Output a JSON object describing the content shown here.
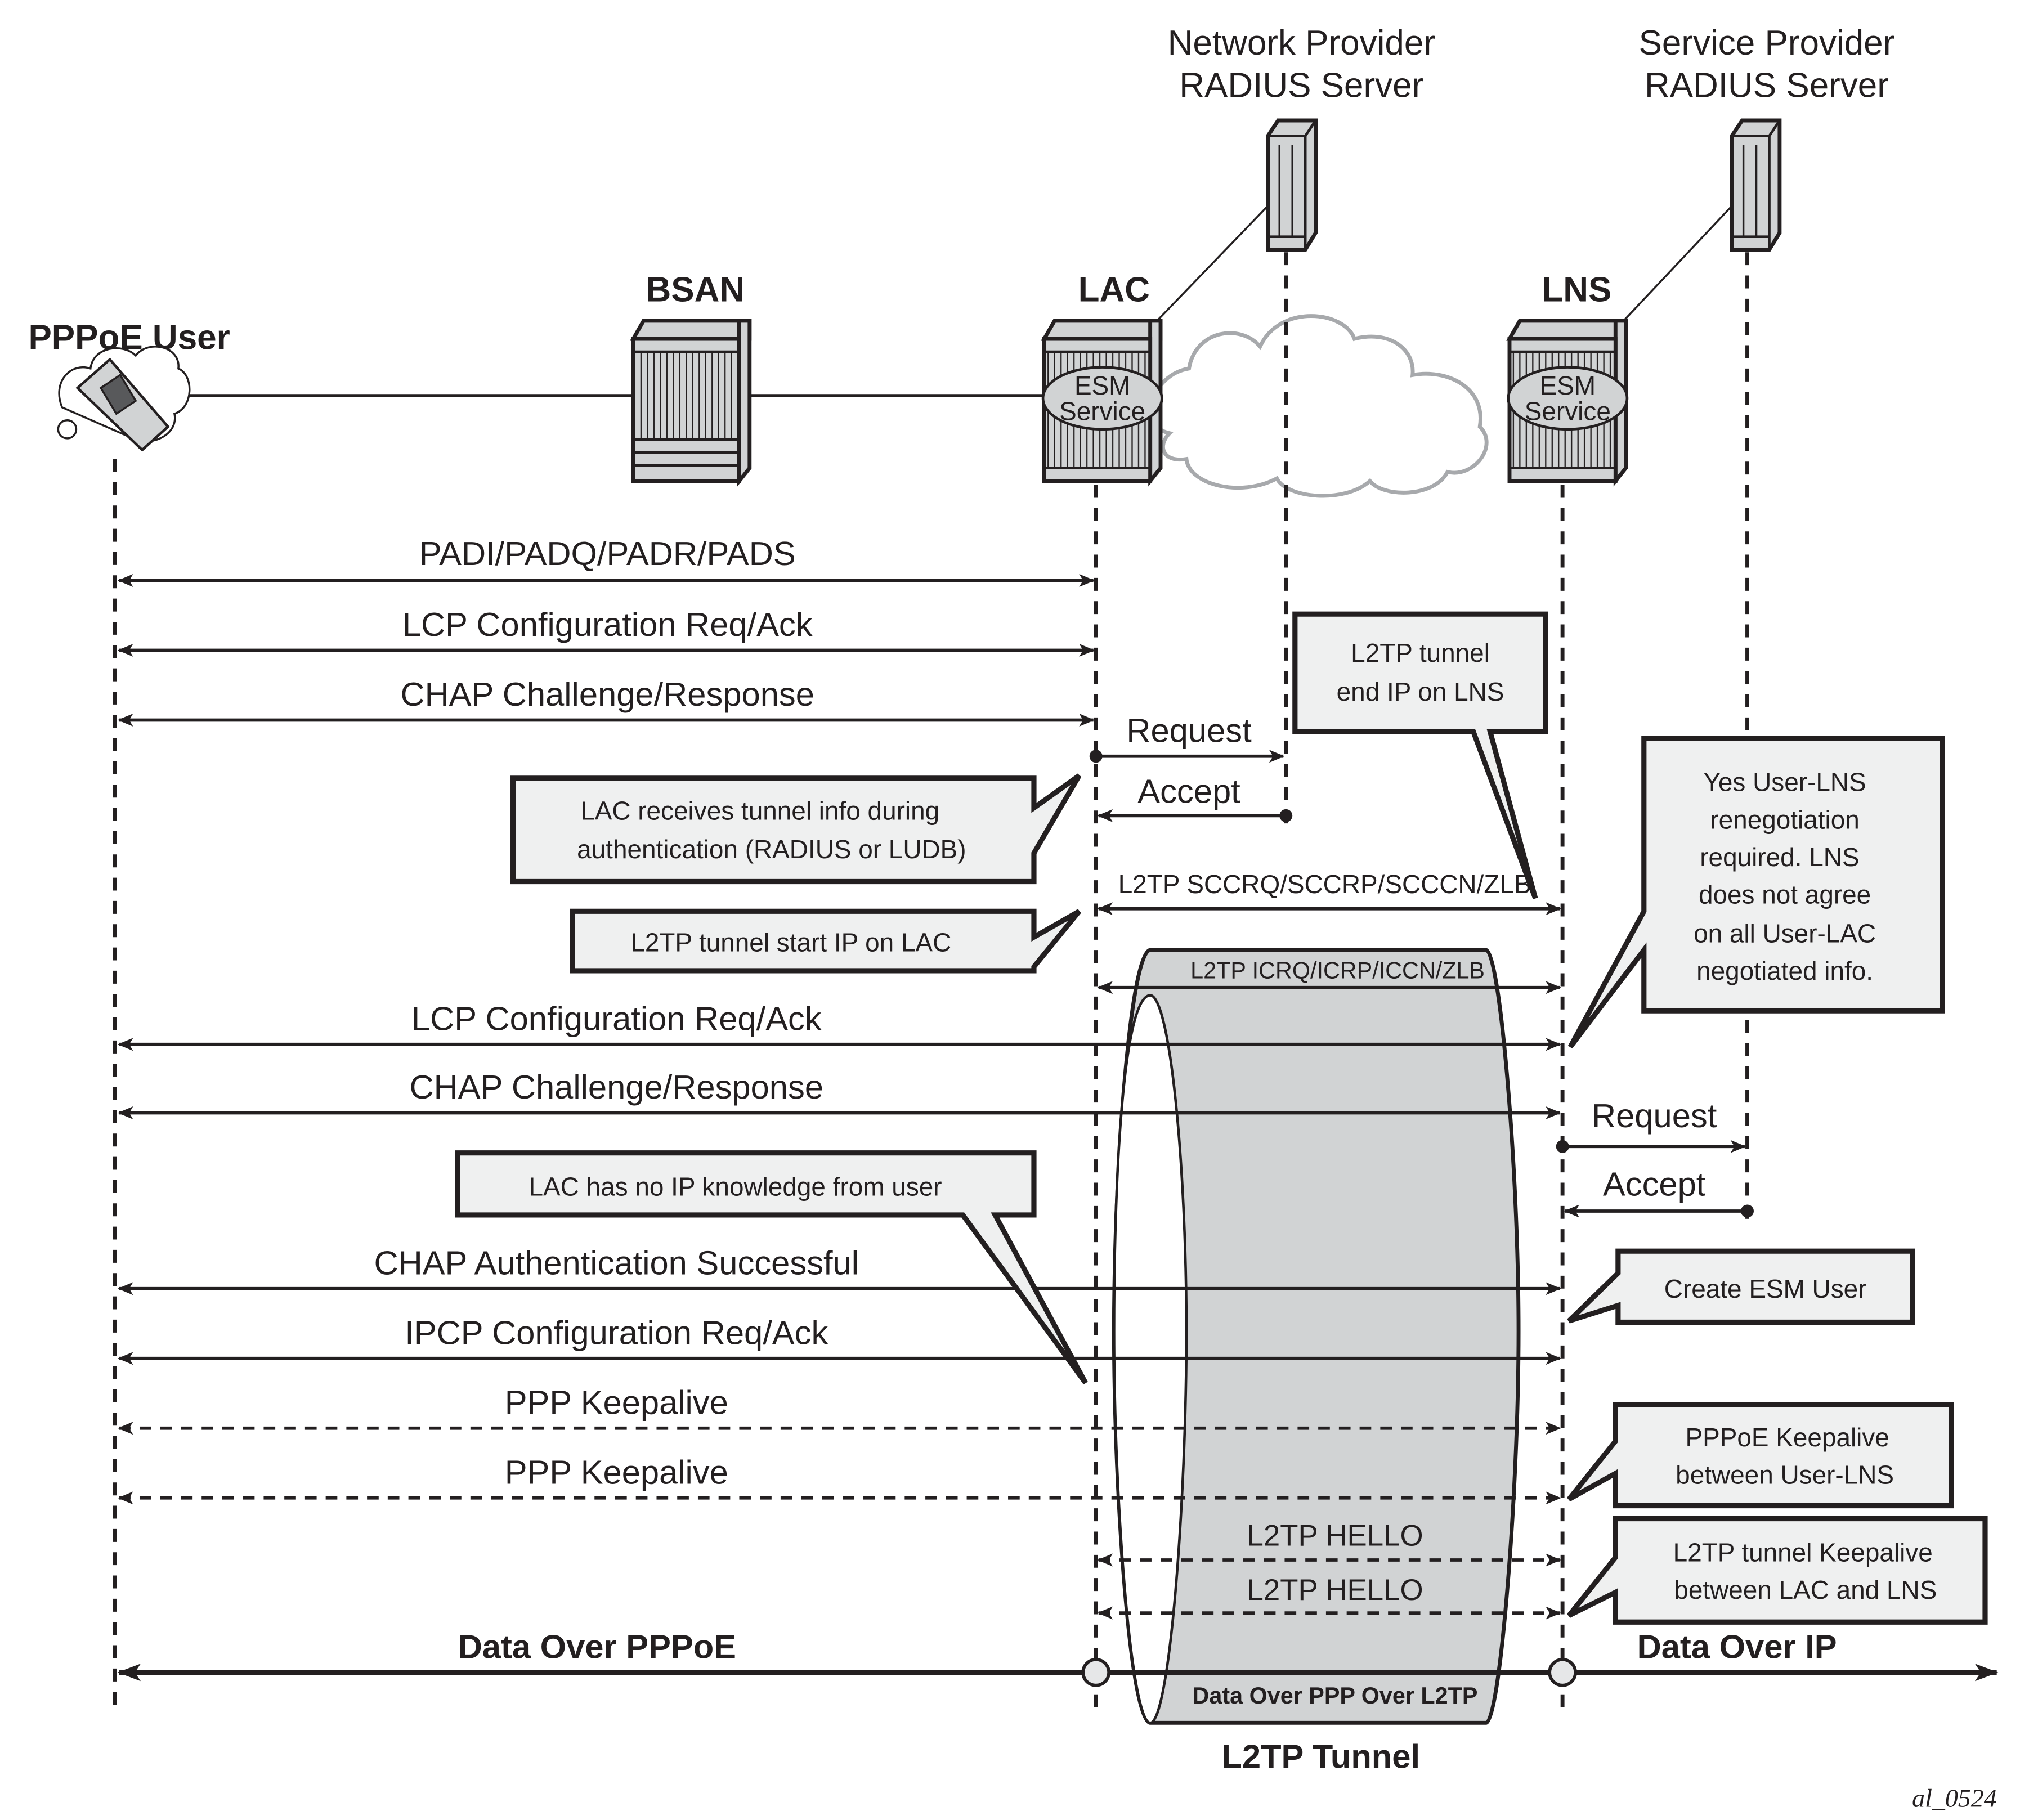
{
  "nodes": {
    "user": "PPPoE User",
    "bsan": "BSAN",
    "lac": "LAC",
    "lns": "LNS",
    "np_radius_line1": "Network Provider",
    "np_radius_line2": "RADIUS Server",
    "sp_radius_line1": "Service Provider",
    "sp_radius_line2": "RADIUS Server",
    "esm_line1": "ESM",
    "esm_line2": "Service"
  },
  "messages": {
    "padi": "PADI/PADQ/PADR/PADS",
    "lcp1": "LCP Configuration Req/Ack",
    "chap1": "CHAP Challenge/Response",
    "req1": "Request",
    "acc1": "Accept",
    "sccrq": "L2TP SCCRQ/SCCRP/SCCCN/ZLB",
    "icrq": "L2TP ICRQ/ICRP/ICCN/ZLB",
    "lcp2": "LCP Configuration Req/Ack",
    "chap2": "CHAP Challenge/Response",
    "req2": "Request",
    "acc2": "Accept",
    "chap_ok": "CHAP Authentication Successful",
    "ipcp": "IPCP Configuration Req/Ack",
    "ka1": "PPP Keepalive",
    "ka2": "PPP Keepalive",
    "hello1": "L2TP HELLO",
    "hello2": "L2TP HELLO",
    "data_pppoe": "Data Over PPPoE",
    "data_l2tp": "Data Over PPP Over L2TP",
    "data_ip": "Data Over IP",
    "tunnel": "L2TP Tunnel"
  },
  "callouts": {
    "tunnel_end": [
      "L2TP tunnel",
      "end IP on LNS"
    ],
    "tunnel_info": [
      "LAC receives tunnel info during",
      "authentication (RADIUS or LUDB)"
    ],
    "tunnel_start": [
      "L2TP tunnel start IP on LAC"
    ],
    "renegotiation": [
      "Yes User-LNS",
      "renegotiation",
      "required. LNS",
      "does not agree",
      "on all User-LAC",
      "negotiated info."
    ],
    "no_ip": [
      "LAC has no IP knowledge from user"
    ],
    "create_esm": [
      "Create ESM User"
    ],
    "pppoe_ka": [
      "PPPoE Keepalive",
      "between User-LNS"
    ],
    "l2tp_ka": [
      "L2TP tunnel Keepalive",
      "between LAC and LNS"
    ]
  },
  "figure_id": "al_0524",
  "colors": {
    "ink": "#231f20",
    "equipment_fill": "#d1d3d4",
    "callout_fill": "#eff0f0",
    "cloud_stroke": "#a7a9ac",
    "tunnel_fill": "#d1d3d4"
  }
}
